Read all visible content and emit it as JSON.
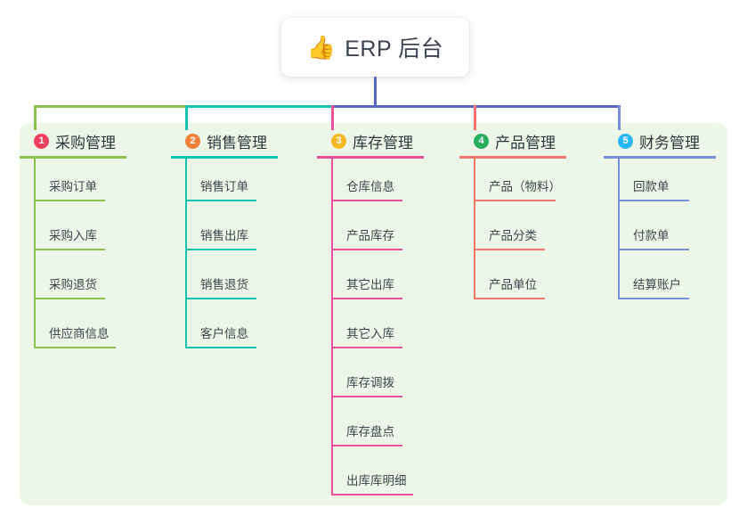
{
  "root": {
    "icon": "thumbs-up-icon",
    "icon_glyph": "👍",
    "title": "ERP 后台"
  },
  "theme": {
    "panel_bg": "#edf7e7",
    "page_bg": "#ffffff",
    "trunk_color": "#5b63c4",
    "text_color": "#3d4450"
  },
  "connectors": {
    "bus_segments": [
      {
        "name": "bus-green",
        "color": "#8cc152"
      },
      {
        "name": "bus-teal",
        "color": "#14c3b2"
      },
      {
        "name": "bus-blue",
        "color": "#5b63c4"
      }
    ]
  },
  "columns": [
    {
      "number": "1",
      "title": "采购管理",
      "badge_color": "#ef4060",
      "line_color": "#8cc152",
      "items": [
        {
          "label": "采购订单"
        },
        {
          "label": "采购入库"
        },
        {
          "label": "采购退货"
        },
        {
          "label": "供应商信息"
        }
      ]
    },
    {
      "number": "2",
      "title": "销售管理",
      "badge_color": "#f0813a",
      "line_color": "#14c3b2",
      "items": [
        {
          "label": "销售订单"
        },
        {
          "label": "销售出库"
        },
        {
          "label": "销售退货"
        },
        {
          "label": "客户信息"
        }
      ]
    },
    {
      "number": "3",
      "title": "库存管理",
      "badge_color": "#f6b722",
      "line_color": "#e8529a",
      "items": [
        {
          "label": "仓库信息"
        },
        {
          "label": "产品库存"
        },
        {
          "label": "其它出库"
        },
        {
          "label": "其它入库"
        },
        {
          "label": "库存调拨"
        },
        {
          "label": "库存盘点"
        },
        {
          "label": "出库库明细"
        }
      ]
    },
    {
      "number": "4",
      "title": "产品管理",
      "badge_color": "#27ae60",
      "line_color": "#f4736a",
      "items": [
        {
          "label": "产品（物料）"
        },
        {
          "label": "产品分类"
        },
        {
          "label": "产品单位"
        }
      ]
    },
    {
      "number": "5",
      "title": "财务管理",
      "badge_color": "#29b6f6",
      "line_color": "#7390d8",
      "items": [
        {
          "label": "回款单"
        },
        {
          "label": "付款单"
        },
        {
          "label": "结算账户"
        }
      ]
    }
  ]
}
